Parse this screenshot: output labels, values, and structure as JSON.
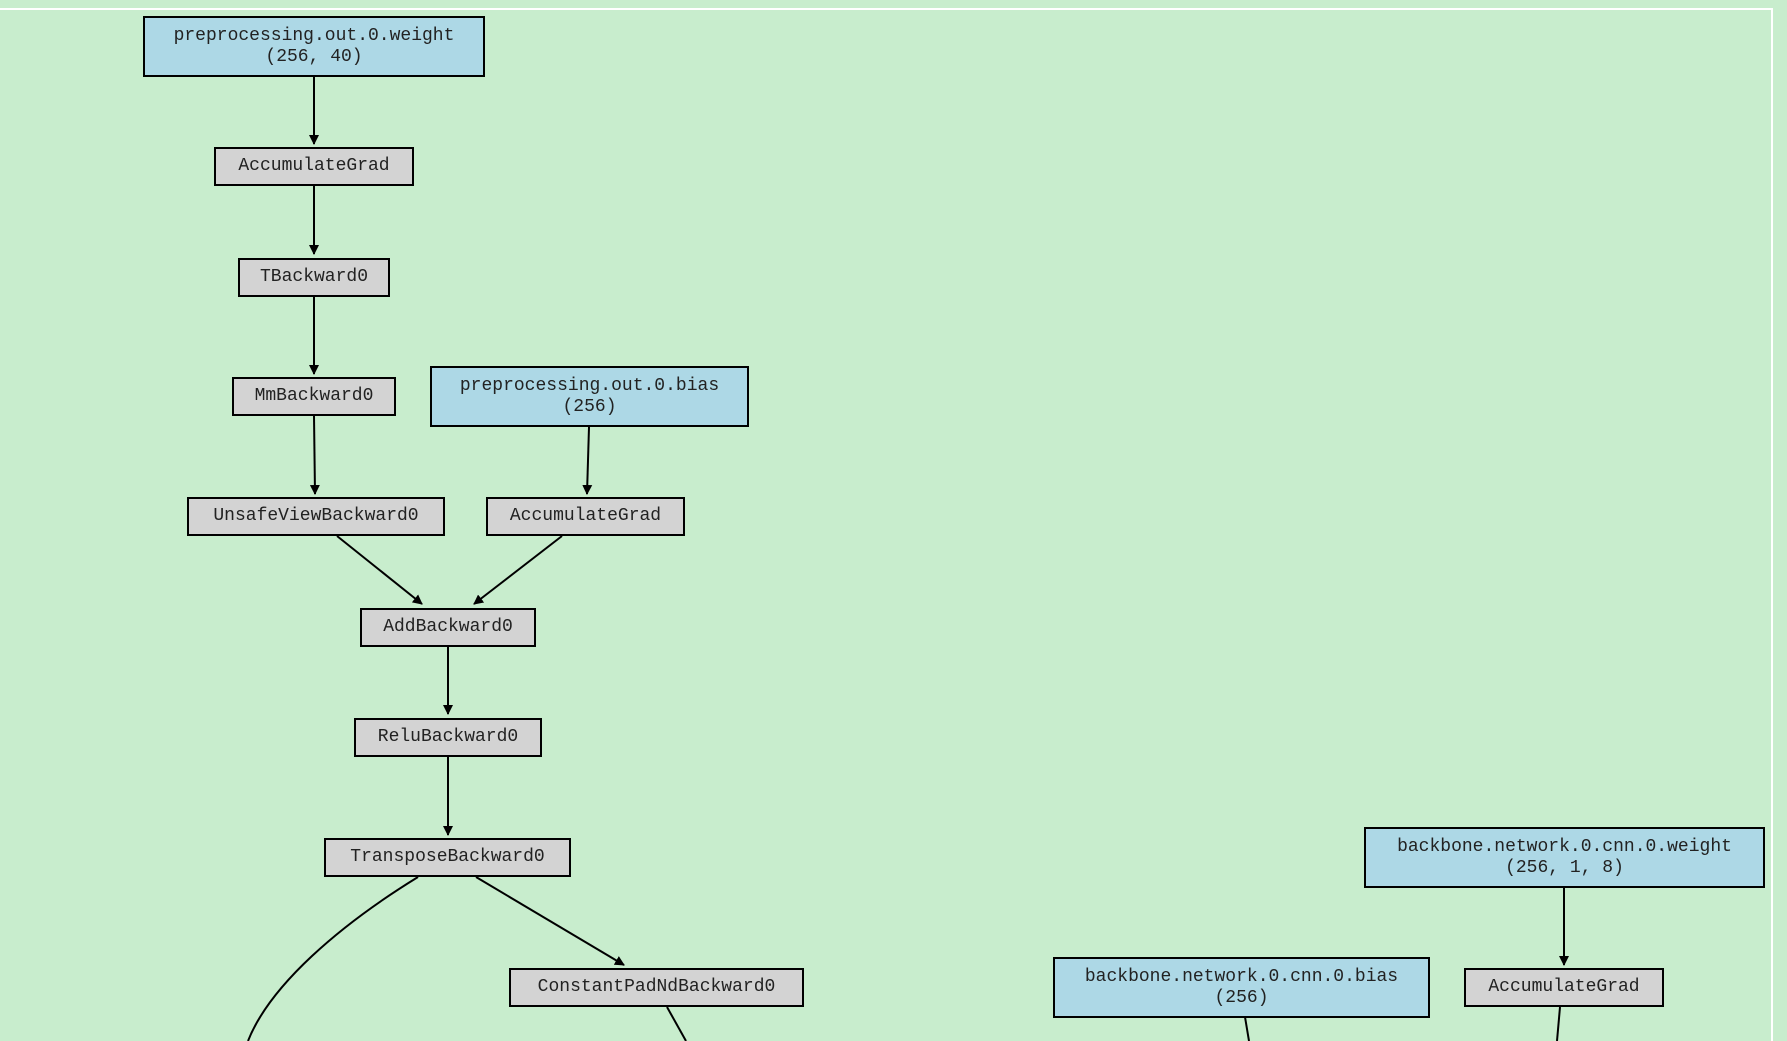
{
  "diagram": {
    "nodes": [
      {
        "id": "n_pre_w",
        "kind": "param",
        "label": "preprocessing.out.0.weight",
        "shape": "(256, 40)"
      },
      {
        "id": "n_acc1",
        "kind": "op",
        "label": "AccumulateGrad"
      },
      {
        "id": "n_t",
        "kind": "op",
        "label": "TBackward0"
      },
      {
        "id": "n_mm",
        "kind": "op",
        "label": "MmBackward0"
      },
      {
        "id": "n_pre_b",
        "kind": "param",
        "label": "preprocessing.out.0.bias",
        "shape": "(256)"
      },
      {
        "id": "n_unsafe",
        "kind": "op",
        "label": "UnsafeViewBackward0"
      },
      {
        "id": "n_acc2",
        "kind": "op",
        "label": "AccumulateGrad"
      },
      {
        "id": "n_add",
        "kind": "op",
        "label": "AddBackward0"
      },
      {
        "id": "n_relu",
        "kind": "op",
        "label": "ReluBackward0"
      },
      {
        "id": "n_transpose",
        "kind": "op",
        "label": "TransposeBackward0"
      },
      {
        "id": "n_pad",
        "kind": "op",
        "label": "ConstantPadNdBackward0"
      },
      {
        "id": "n_bb_w",
        "kind": "param",
        "label": "backbone.network.0.cnn.0.weight",
        "shape": "(256, 1, 8)"
      },
      {
        "id": "n_bb_b",
        "kind": "param",
        "label": "backbone.network.0.cnn.0.bias",
        "shape": "(256)"
      },
      {
        "id": "n_acc3",
        "kind": "op",
        "label": "AccumulateGrad"
      }
    ],
    "edges": [
      {
        "from": "n_pre_w",
        "to": "n_acc1"
      },
      {
        "from": "n_acc1",
        "to": "n_t"
      },
      {
        "from": "n_t",
        "to": "n_mm"
      },
      {
        "from": "n_mm",
        "to": "n_unsafe"
      },
      {
        "from": "n_pre_b",
        "to": "n_acc2"
      },
      {
        "from": "n_unsafe",
        "to": "n_add"
      },
      {
        "from": "n_acc2",
        "to": "n_add"
      },
      {
        "from": "n_add",
        "to": "n_relu"
      },
      {
        "from": "n_relu",
        "to": "n_transpose"
      },
      {
        "from": "n_transpose",
        "to": "n_pad"
      },
      {
        "from": "n_transpose",
        "to": "offscreen-bottom-left"
      },
      {
        "from": "n_pad",
        "to": "offscreen-bottom"
      },
      {
        "from": "n_bb_w",
        "to": "n_acc3"
      },
      {
        "from": "n_bb_b",
        "to": "offscreen-bottom"
      },
      {
        "from": "n_acc3",
        "to": "offscreen-bottom"
      }
    ],
    "colors": {
      "background": "#c8edcd",
      "param_fill": "#add8e6",
      "op_fill": "#d3d3d3",
      "stroke": "#000000",
      "text": "#222222"
    }
  }
}
